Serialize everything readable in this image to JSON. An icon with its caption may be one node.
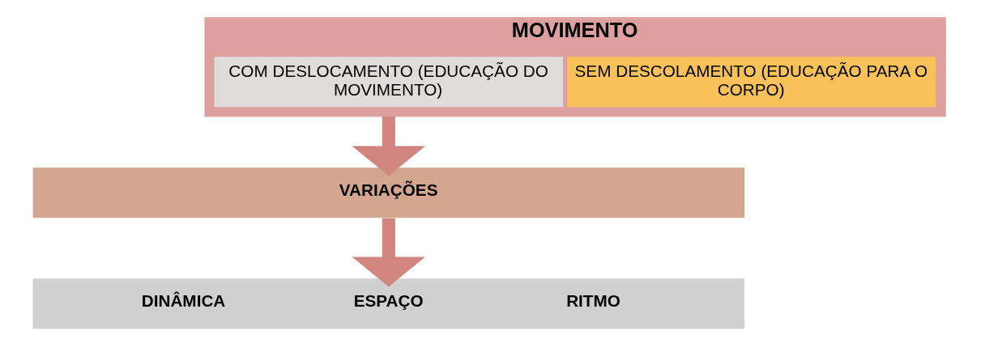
{
  "diagram": {
    "nodes": [
      {
        "text": [
          "MOVIMENTO"
        ]
      },
      {
        "text": [
          "COM DESLOCAMENTO (EDUCAÇÃO DO MOVIMENTO)"
        ],
        "in": 0
      },
      {
        "text": [
          "SEM DESCOLAMENTO (EDUCAÇÃO PARA O CORPO)"
        ],
        "in": 0
      },
      {
        "text": [
          "VARIAÇÕES"
        ]
      },
      {
        "text": [
          "DINÂMICA",
          "ESPAÇO",
          "RITMO"
        ]
      }
    ],
    "edges": [
      {
        "from": 0,
        "to": 3,
        "arrow": "to"
      },
      {
        "from": 3,
        "to": 4,
        "arrow": "to"
      }
    ]
  }
}
